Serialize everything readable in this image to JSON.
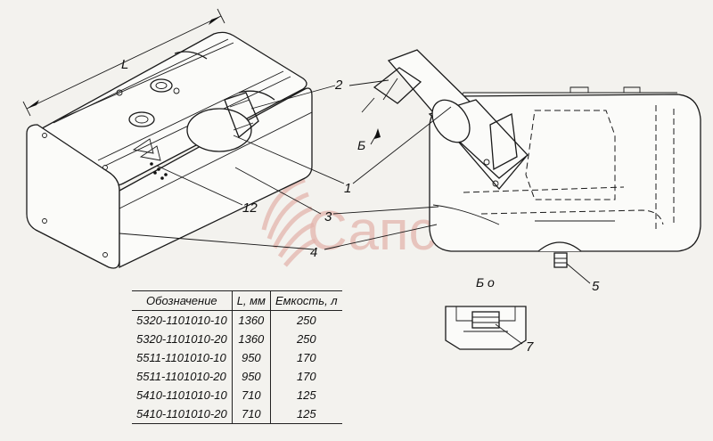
{
  "dimension_label": "L",
  "callouts": {
    "c1": "1",
    "c2": "2",
    "c3": "3",
    "c4": "4",
    "c5": "5",
    "c7": "7",
    "c12": "12"
  },
  "view_labels": {
    "arrow_view": "Б",
    "section_view": "Б о"
  },
  "watermark": "Сапсан",
  "spec_table": {
    "headers": [
      "Обозначение",
      "L, мм",
      "Емкость, л"
    ],
    "rows": [
      [
        "5320-1101010-10",
        "1360",
        "250"
      ],
      [
        "5320-1101010-20",
        "1360",
        "250"
      ],
      [
        "5511-1101010-10",
        "950",
        "170"
      ],
      [
        "5511-1101010-20",
        "950",
        "170"
      ],
      [
        "5410-1101010-10",
        "710",
        "125"
      ],
      [
        "5410-1101010-20",
        "710",
        "125"
      ]
    ]
  }
}
